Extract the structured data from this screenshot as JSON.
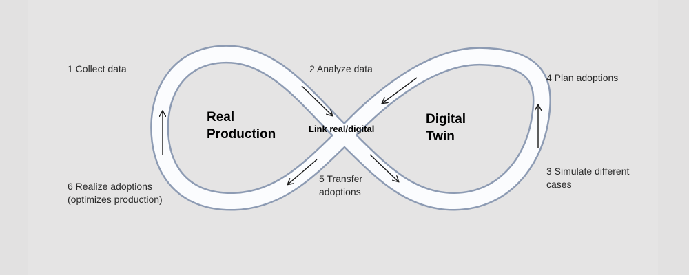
{
  "diagram": {
    "left_loop_title": [
      "Real",
      "Production"
    ],
    "right_loop_title": [
      "Digital",
      "Twin"
    ],
    "center_label": "Link real/digital",
    "steps": {
      "collect": "1 Collect data",
      "analyze": "2 Analyze data",
      "simulate": [
        "3 Simulate different",
        "cases"
      ],
      "plan": "4 Plan adoptions",
      "transfer": [
        "5 Transfer",
        "adoptions"
      ],
      "realize": [
        "6 Realize adoptions",
        "(optimizes production)"
      ]
    }
  },
  "colors": {
    "background": "#e2e1e1",
    "band_fill": "#fbfcfe",
    "band_outline": "#8d9bb3",
    "arrow": "#1a1a1a"
  }
}
